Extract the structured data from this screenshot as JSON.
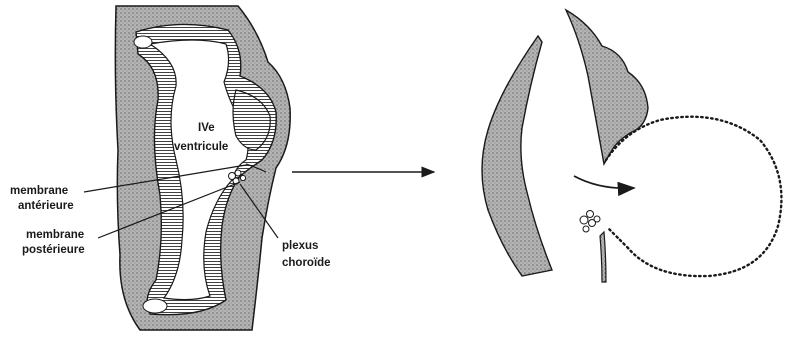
{
  "left_figure": {
    "ventricle_label_line1": "IVe",
    "ventricle_label_line2": "ventricule",
    "anterior_membrane_line1": "membrane",
    "anterior_membrane_line2": "antérieure",
    "posterior_membrane_line1": "membrane",
    "posterior_membrane_line2": "postérieure",
    "choroid_plexus_line1": "plexus",
    "choroid_plexus_line2": "choroïde"
  },
  "colors": {
    "stipple_gray": "#a9a9a9",
    "outline": "#1a1a1a",
    "cavity": "#ffffff"
  }
}
